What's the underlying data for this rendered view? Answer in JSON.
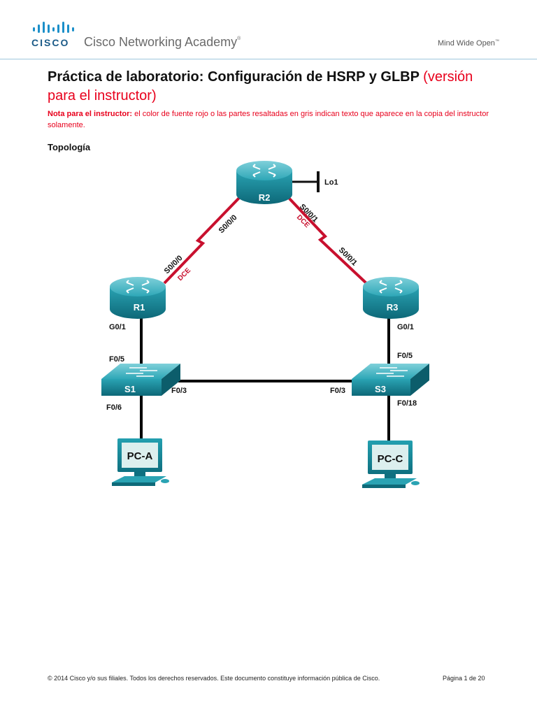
{
  "header": {
    "cisco_wordmark": "CISCO",
    "academy": "Cisco Networking Academy",
    "academy_mark": "®",
    "tagline": "Mind Wide Open",
    "tagline_mark": "™"
  },
  "doc": {
    "title": "Práctica de laboratorio: Configuración de HSRP y GLBP",
    "title_suffix": "(versión para el instructor)",
    "note_label": "Nota para el instructor:",
    "note_text": "el color de fuente rojo o las partes resaltadas en gris indican texto que aparece en la copia del instructor solamente.",
    "section_topology": "Topología"
  },
  "topology": {
    "devices": {
      "r1": "R1",
      "r2": "R2",
      "r3": "R3",
      "s1": "S1",
      "s3": "S3",
      "pca": "PC-A",
      "pcc": "PC-C"
    },
    "labels": {
      "lo1": "Lo1",
      "r2_s000": "S0/0/0",
      "r2_s001": "S0/0/1",
      "r1_s000": "S0/0/0",
      "r3_s001": "S0/0/1",
      "dce_r1": "DCE",
      "dce_r2": "DCE",
      "r1_g01": "G0/1",
      "r3_g01": "G0/1",
      "s1_f05": "F0/5",
      "s3_f05": "F0/5",
      "s1_f03": "F0/3",
      "s3_f03": "F0/3",
      "s1_f06": "F0/6",
      "s3_f018": "F0/18"
    },
    "colors": {
      "device_teal": "#137a8c",
      "serial_link": "#c8102e",
      "ethernet_link": "#000000"
    }
  },
  "footer": {
    "copyright": "© 2014 Cisco y/o sus filiales. Todos los derechos reservados. Este documento constituye información pública de Cisco.",
    "page": "Página 1 de 20"
  }
}
